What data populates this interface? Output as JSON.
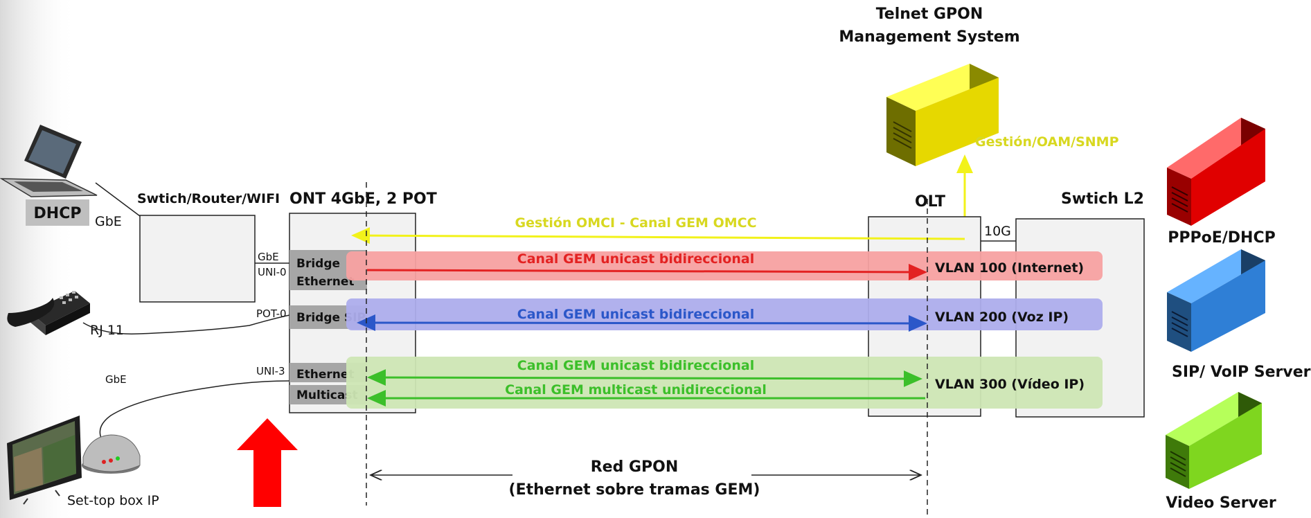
{
  "labels": {
    "telnet_line1": "Telnet GPON",
    "telnet_line2": "Management System",
    "gestion_snmp": "Gestión/OAM/SNMP",
    "dhcp": "DHCP",
    "gbe_laptop": "GbE",
    "switch_router": "Swtich/Router/WIFI",
    "ont_title": "ONT 4GbE, 2 POT",
    "olt": "OLT",
    "switch_l2": "Swtich L2",
    "pppoe": "PPPoE/DHCP",
    "sip_server": "SIP/ VoIP  Server",
    "video_server": "Video Server",
    "gbe_port": "GbE",
    "uni0": "UNI-0",
    "pot0": "POT-0",
    "rj11": "RJ 11",
    "gbe_stb": "GbE",
    "uni3": "UNI-3",
    "bridge_eth_1": "Bridge",
    "bridge_eth_2": "Ethernet",
    "bridge_sip": "Bridge SIP",
    "ethernet": "Ethernet",
    "multicast": "Multicast",
    "ten_g": "10G",
    "gestion_omci": "Gestión OMCI - Canal GEM OMCC",
    "canal_unicast_1": "Canal GEM unicast  bidireccional",
    "vlan100": "VLAN 100 (Internet)",
    "canal_unicast_2": "Canal GEM unicast  bidireccional",
    "vlan200": "VLAN 200 (Voz IP)",
    "canal_unicast_3": "Canal GEM unicast bidireccional",
    "canal_multicast": "Canal GEM multicast unidireccional",
    "vlan300": "VLAN 300 (Vídeo IP)",
    "red_gpon_1": "Red GPON",
    "red_gpon_2": "(Ethernet sobre tramas GEM)",
    "settop": "Set-top box IP"
  },
  "icons": {
    "laptop": "laptop-icon",
    "phone": "telephone-icon",
    "tv": "tv-icon",
    "stb": "set-top-box-icon",
    "nms_server": "yellow-server-icon",
    "pppoe_server": "red-server-icon",
    "sip_server": "blue-server-icon",
    "video_server": "green-server-icon",
    "pointer": "red-up-arrow-icon"
  },
  "colors": {
    "yellow_link": "#f2f21a",
    "yellow_text": "#d8d820",
    "red_band": "#f7a1a1",
    "red_arrow": "#e32222",
    "blue_band": "#adadec",
    "blue_arrow": "#2b57c9",
    "green_band": "#cde6b4",
    "green_arrow": "#3cbf2a",
    "big_arrow": "#ff0000"
  }
}
